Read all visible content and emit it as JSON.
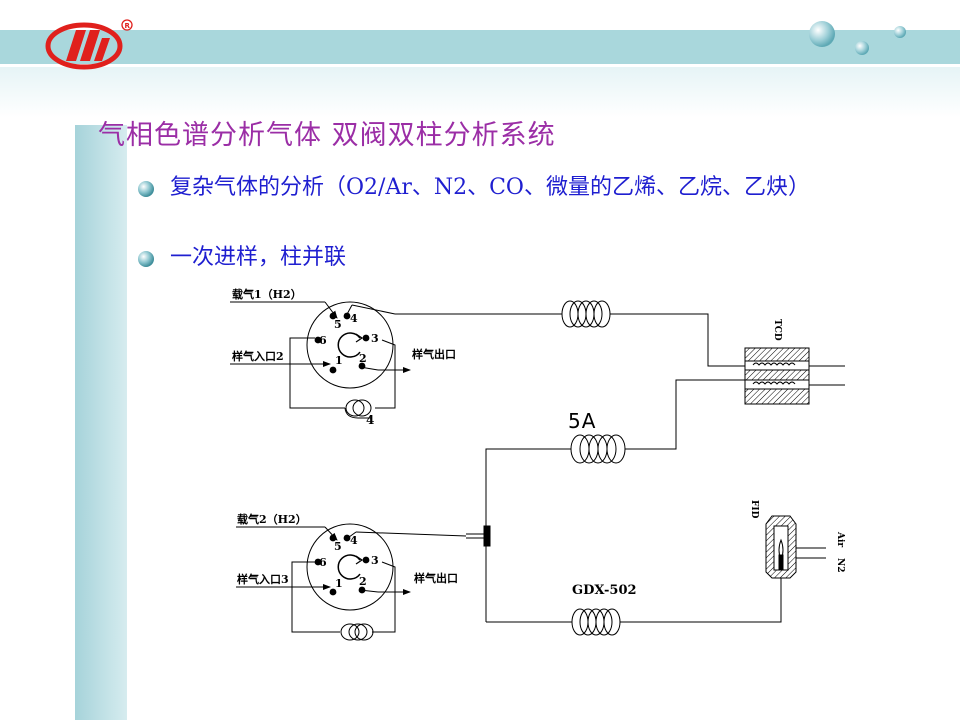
{
  "slide": {
    "title": "气相色谱分析气体 双阀双柱分析系统",
    "bullets": [
      {
        "text": "复杂气体的分析（O2/Ar、N2、CO、微量的乙烯、乙烷、乙炔）"
      },
      {
        "text": "一次进样，柱并联"
      }
    ]
  },
  "diagram": {
    "valve1": {
      "carrier_label": "载气1（H2）",
      "inlet_label": "样气入口2",
      "outlet_label": "样气出口",
      "ports": [
        "1",
        "2",
        "3",
        "4",
        "5",
        "6"
      ],
      "loop_label": "4"
    },
    "valve2": {
      "carrier_label": "载气2（H2）",
      "inlet_label": "样气入口3",
      "outlet_label": "样气出口",
      "ports": [
        "1",
        "2",
        "3",
        "4",
        "5",
        "6"
      ]
    },
    "column_5a_label": "5A",
    "column_gdx_label": "GDX-502",
    "tcd_label": "TCD",
    "fid_label": "FID",
    "air_label": "Air",
    "n2_label": "N2"
  },
  "colors": {
    "title": "#9b2ea6",
    "bullet_text": "#1f1fd0",
    "banner": "#a9d7dc",
    "logo_red": "#e0201c"
  }
}
